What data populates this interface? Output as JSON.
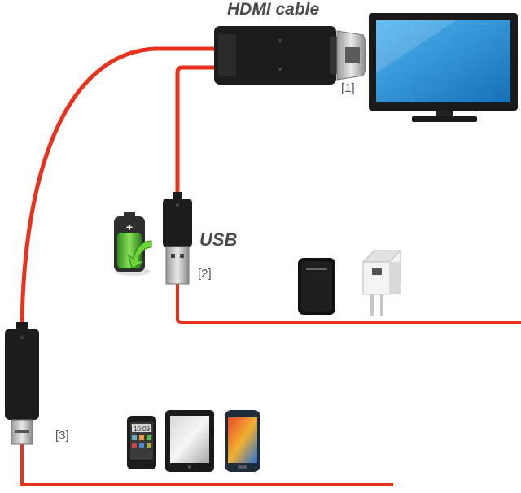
{
  "labels": {
    "hdmi_cable": "HDMI cable",
    "usb": "USB",
    "ref_1": "[1]",
    "ref_2": "[2]",
    "ref_3": "[3]"
  },
  "colors": {
    "cable_red": "#e8321e",
    "connector_black": "#1c1c1c",
    "monitor_screen": "#1f8fd6",
    "monitor_frame": "#1a1a1a",
    "metal": "#c9c9c9"
  },
  "icons": [
    "monitor-icon",
    "battery-charge-icon",
    "power-bank-icon",
    "wall-charger-icon",
    "smartphone-icon",
    "tablet-icon",
    "android-phone-icon"
  ]
}
